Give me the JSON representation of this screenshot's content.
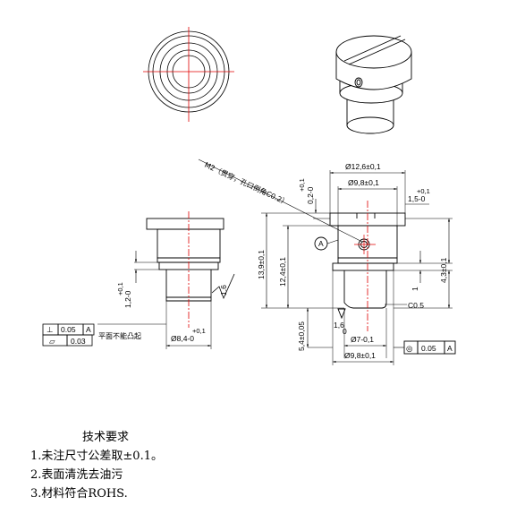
{
  "top_view_3d": {},
  "left_view": {
    "roughness": "1.6",
    "tol_upper": "+0,1",
    "tol_lower": "1,2-0",
    "dia_label": "Ø8,4-0",
    "dia_tol": "+0,1",
    "gdt_row1_symbol": "⊥",
    "gdt_row1_value": "0.05",
    "gdt_row1_datum": "A",
    "gdt_row2_symbol": "▱",
    "gdt_row2_value": "0.03",
    "flat_note": "平面不能凸起"
  },
  "right_view": {
    "callout_m2": "M2（贯穿，孔口倒角C0.2）",
    "dia_top": "Ø12,6±0,1",
    "dia_inner": "Ø9,8±0,1",
    "h1": "0,2-0",
    "h1_tol": "+0,1",
    "slot_depth": "1,5-0",
    "slot_tol": "+0,1",
    "datum": "A",
    "total_height": "13,9±0,1",
    "height_12": "12,4±0,1",
    "height_43": "4,3±0,1",
    "groove": "1",
    "chamfer": "C0.5",
    "roughness": "1,6",
    "roughness_sub": "0",
    "height_54": "5,4±0,05",
    "dia_7": "Ø7-0,1",
    "dia_bottom": "Ø9,8±0,1",
    "gdt_symbol": "◎",
    "gdt_value": "0.05",
    "gdt_datum": "A"
  },
  "notes": {
    "title": "技术要求",
    "items": [
      "1.未注尺寸公差取±0.1。",
      "2.表面清洗去油污",
      "3.材料符合ROHS."
    ]
  }
}
